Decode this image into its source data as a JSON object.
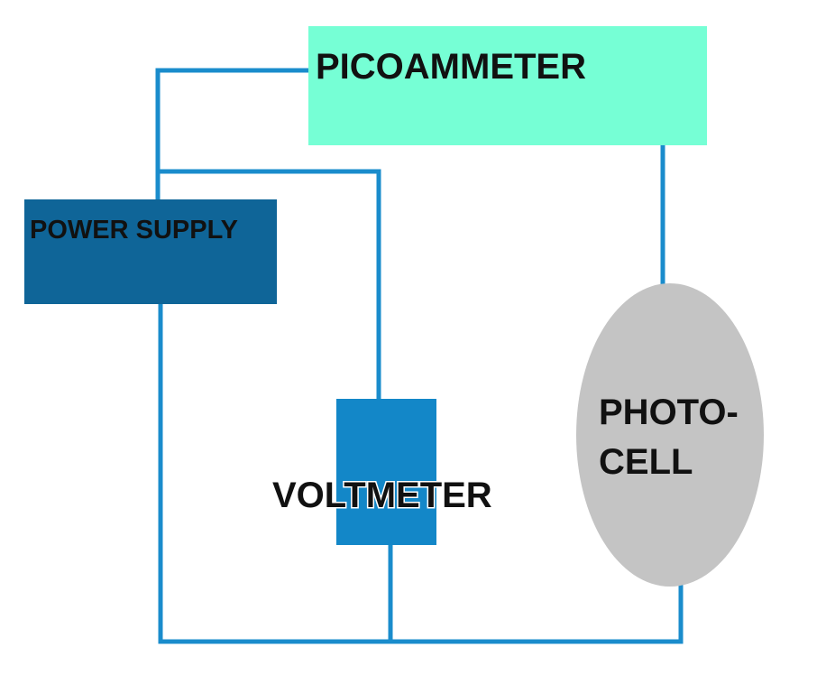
{
  "components": {
    "picoammeter": {
      "label": "PICOAMMETER",
      "color": "#76ffd5"
    },
    "power_supply": {
      "label": "POWER SUPPLY",
      "color": "#0f6598"
    },
    "voltmeter": {
      "label": "VOLTMETER",
      "color": "#1387c8"
    },
    "photocell": {
      "label_line1": "PHOTO-",
      "label_line2": "CELL",
      "color": "#c4c4c4"
    }
  },
  "wire_color": "#1a8ccc"
}
